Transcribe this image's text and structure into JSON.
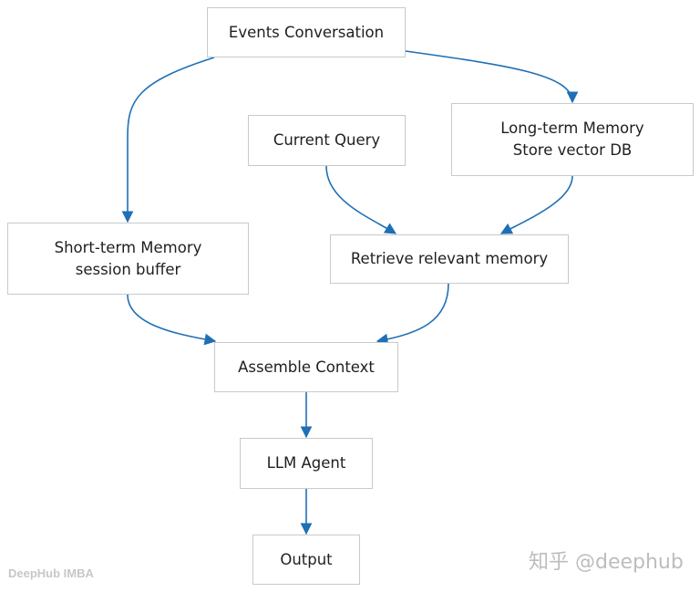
{
  "diagram": {
    "edge_color": "#1f6fb5",
    "nodes": {
      "events_conversation": [
        "Events Conversation"
      ],
      "current_query": [
        "Current Query"
      ],
      "long_term_memory": [
        "Long-term Memory",
        "Store vector DB"
      ],
      "short_term_memory": [
        "Short-term Memory",
        "session buffer"
      ],
      "retrieve_memory": [
        "Retrieve relevant memory"
      ],
      "assemble_context": [
        "Assemble Context"
      ],
      "llm_agent": [
        "LLM Agent"
      ],
      "output": [
        "Output"
      ]
    },
    "edges": [
      {
        "from": "events_conversation",
        "to": "short_term_memory"
      },
      {
        "from": "events_conversation",
        "to": "long_term_memory"
      },
      {
        "from": "current_query",
        "to": "retrieve_memory"
      },
      {
        "from": "long_term_memory",
        "to": "retrieve_memory"
      },
      {
        "from": "short_term_memory",
        "to": "assemble_context"
      },
      {
        "from": "retrieve_memory",
        "to": "assemble_context"
      },
      {
        "from": "assemble_context",
        "to": "llm_agent"
      },
      {
        "from": "llm_agent",
        "to": "output"
      }
    ]
  },
  "watermarks": {
    "left": "DeepHub IMBA",
    "right": "知乎 @deephub"
  }
}
